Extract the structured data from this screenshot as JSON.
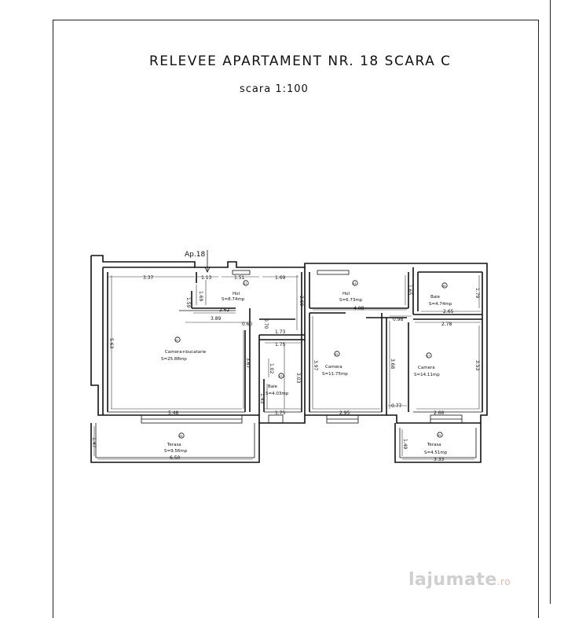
{
  "drawing": {
    "title": "RELEVEE APARTAMENT NR. 18 SCARA C",
    "scale": "scara 1:100",
    "apartment_tag": "Ap.18",
    "watermark": {
      "text": "lajumate",
      "suffix": ".ro"
    }
  },
  "rooms": {
    "hol1": {
      "number": "02",
      "name": "Hol",
      "area": "S=8.74mp"
    },
    "camera_bucatarie": {
      "number": "01",
      "name": "Camera+bucatarie",
      "area": "S=25.88mp"
    },
    "baie1": {
      "number": "03",
      "name": "Baie",
      "area": "S=4.03mp"
    },
    "terasa1": {
      "number": "08",
      "name": "Terasa",
      "area": "S=9.56mp"
    },
    "hol2": {
      "number": "04",
      "name": "Hol",
      "area": "S=6.73mp"
    },
    "camera1": {
      "number": "05",
      "name": "Camera",
      "area": "S=11.75mp"
    },
    "baie2": {
      "number": "06",
      "name": "Baie",
      "area": "S=4.74mp"
    },
    "camera2": {
      "number": "07",
      "name": "Camera",
      "area": "S=14.11mp"
    },
    "terasa2": {
      "number": "09",
      "name": "Terasa",
      "area": "S=4.51mp"
    }
  },
  "dimensions": {
    "d_337": "3.37",
    "d_113": "1.13",
    "d_151": "1.51",
    "d_169": "1.69",
    "d_159": "1.59",
    "d_169v": "1.69",
    "d_262": "2.62",
    "d_389": "3.89",
    "d_060": "0.60",
    "d_070": "0.70",
    "d_173": "1.73",
    "d_175a": "1.75",
    "d_563": "5.63",
    "d_367": "3.67",
    "d_102": "1.02",
    "d_303": "3.03",
    "d_143": "1.43",
    "d_548": "5.48",
    "d_175b": "1.75",
    "d_260": "2.60",
    "d_408": "4.08",
    "d_165": "1.65",
    "d_397": "3.97",
    "d_295": "2.95",
    "d_368": "3.68",
    "d_077": "0.77",
    "d_098": "0.98",
    "d_265": "2.65",
    "d_179": "1.79",
    "d_278": "2.78",
    "d_353": "3.53",
    "d_266": "2.66",
    "d_147": "1.47",
    "d_650": "6.50",
    "d_149": "1.49",
    "d_333": "3.33"
  }
}
